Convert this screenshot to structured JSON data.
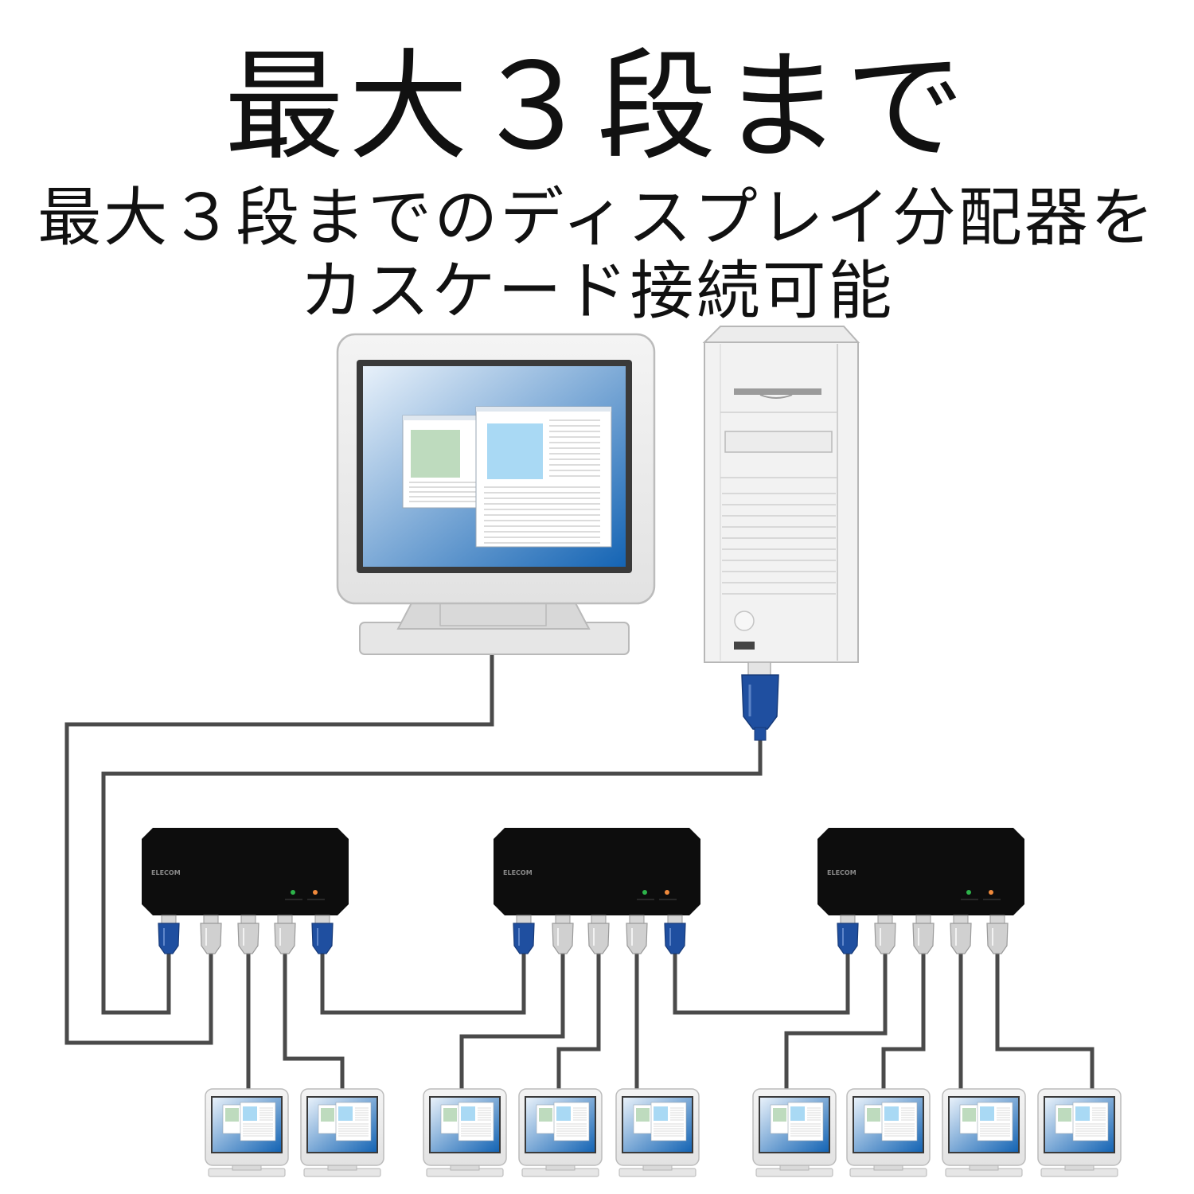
{
  "heading": {
    "title": "最大３段まで",
    "subtitle_line1": "最大３段までのディスプレイ分配器を",
    "subtitle_line2": "カスケード接続可能"
  },
  "splitter": {
    "brand": "ELECOM",
    "count": 3,
    "body_color": "#0d0d0d",
    "led_colors": [
      "#2db34a",
      "#f08a3c"
    ]
  },
  "cable": {
    "line_color": "#4a4a4a",
    "connector_in_color": "#1f4fa0",
    "connector_out_color": "#d0d0d0"
  },
  "output_monitors": {
    "counts_per_splitter": [
      2,
      3,
      4
    ]
  },
  "screen_colors": {
    "gradient_start": "#e8f1fa",
    "gradient_end": "#1464b4",
    "photo_green": "#bedbbe",
    "photo_blue": "#a9d9f4"
  }
}
